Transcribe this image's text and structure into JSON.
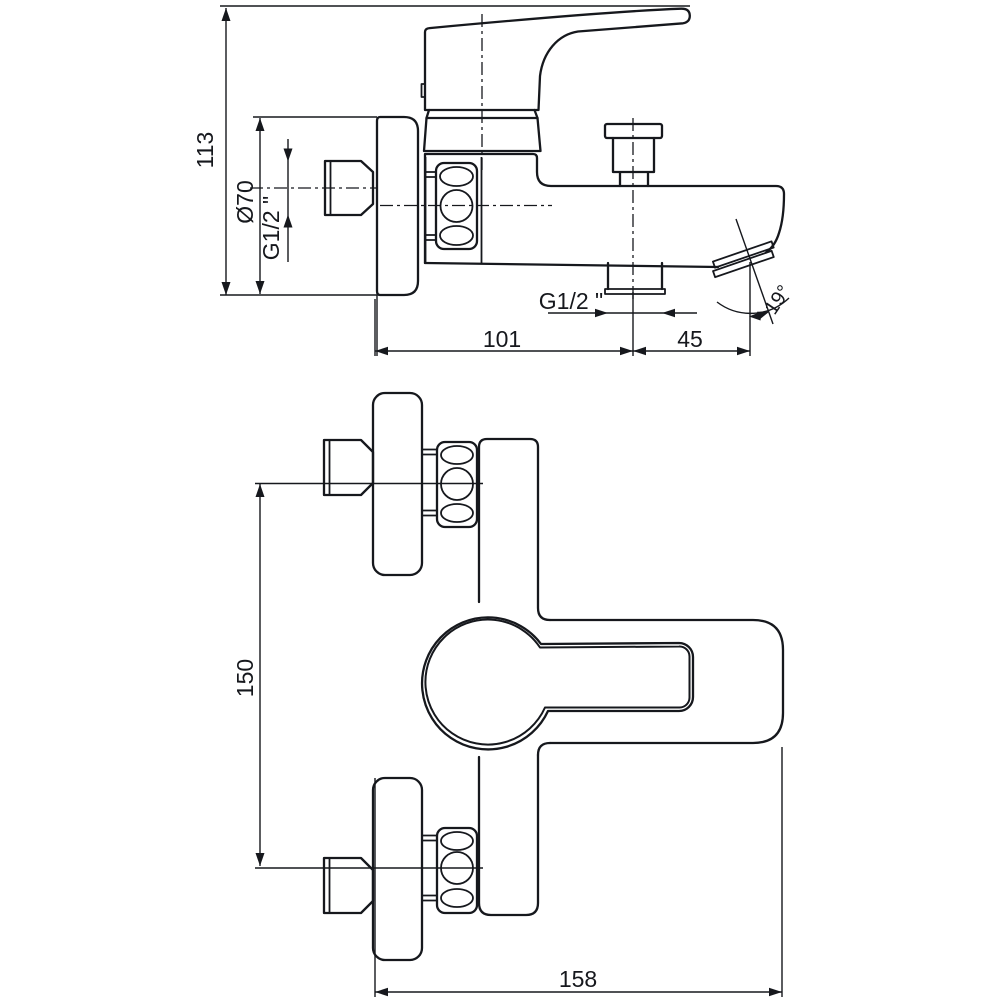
{
  "drawing": {
    "line_color": "#16181d",
    "background_color": "#ffffff"
  },
  "dimensions": {
    "overall_height": "113",
    "escutcheon_diameter": "Ø70",
    "inlet_thread": "G1/2 \"",
    "outlet_thread": "G1/2 \"",
    "wall_to_outlet_center": "101",
    "outlet_center_to_spout_tip": "45",
    "spout_angle": "19°",
    "connection_spacing": "150",
    "overall_depth": "158"
  }
}
